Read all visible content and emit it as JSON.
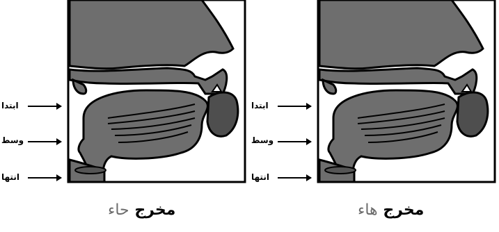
{
  "colors": {
    "fill": "#6e6e6e",
    "outline": "#000000",
    "background": "#ffffff",
    "caption_letter": "#6b6b6b"
  },
  "panels": [
    {
      "id": "haa",
      "labels": {
        "start": "ابتدا",
        "middle": "وسط",
        "end": "انتها"
      },
      "caption": {
        "prefix": "مخرج",
        "letter": "هاء"
      }
    },
    {
      "id": "haa-2",
      "labels": {
        "start": "ابتدا",
        "middle": "وسط",
        "end": "انتها"
      },
      "caption": {
        "prefix": "مخرج",
        "letter": "حاء"
      }
    }
  ]
}
